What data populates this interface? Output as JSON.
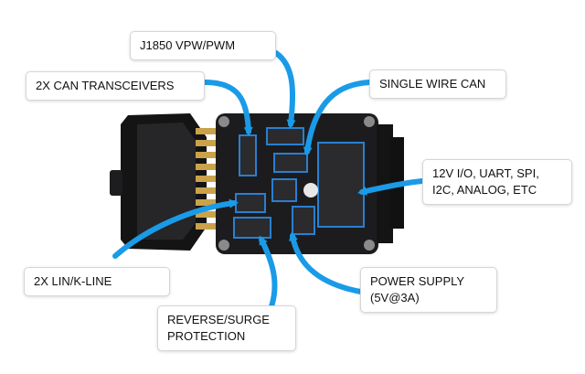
{
  "labels": {
    "j1850": "J1850 VPW/PWM",
    "can_transceivers": "2X CAN TRANSCEIVERS",
    "single_wire_can": "SINGLE WIRE CAN",
    "io": "12V I/O, UART, SPI,\nI2C, ANALOG, ETC",
    "lin": "2X LIN/K-LINE",
    "power": "POWER SUPPLY\n(5V@3A)",
    "protection": "REVERSE/SURGE\nPROTECTION"
  },
  "colors": {
    "arrow": "#1a9be8",
    "board": "#1c1c1e",
    "connector": "#141414",
    "pins": "#c9a24a",
    "highlight": "#2a7fd0"
  },
  "icons": {
    "board": "obd-ii-interface-board",
    "connector": "obd-ii-connector"
  }
}
